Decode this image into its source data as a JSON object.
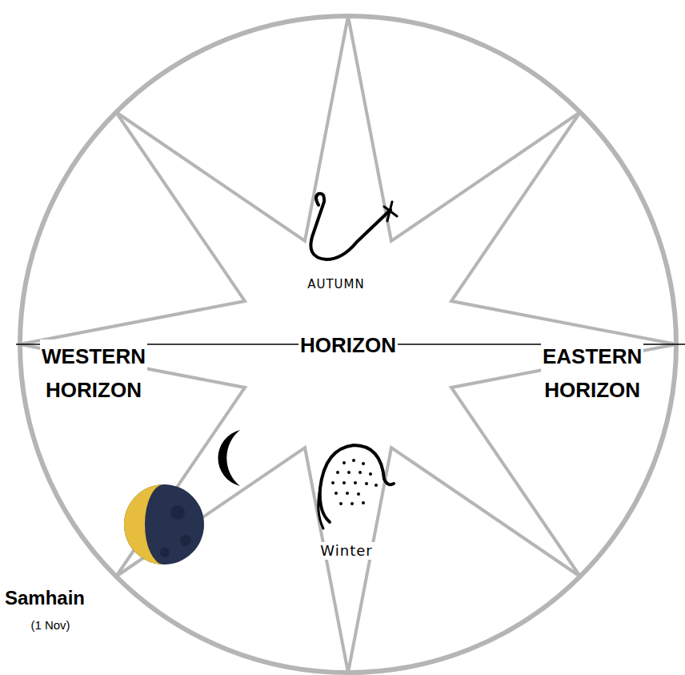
{
  "diagram": {
    "labels": [
      "AUTUMN",
      "WESTERN HORIZON",
      "HORIZON",
      "EASTERN HORIZON",
      "Winter",
      "Samhain",
      "(1 Nov)"
    ]
  }
}
